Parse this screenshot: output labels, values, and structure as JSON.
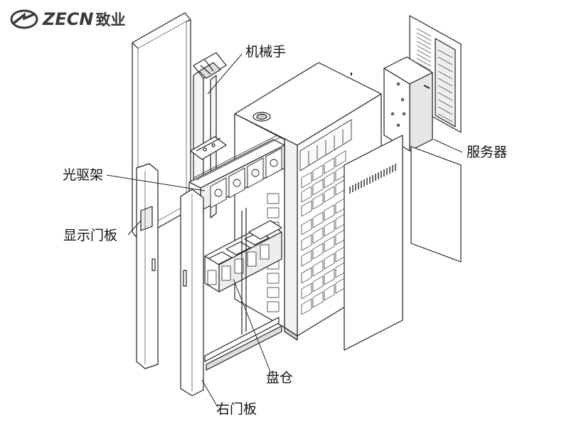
{
  "logo": {
    "brand": "ZECN",
    "cn": "致业"
  },
  "labels": {
    "robot_arm": "机械手",
    "optical_drive_rack": "光驱架",
    "display_door": "显示门板",
    "server": "服务器",
    "disc_magazine": "盘仓",
    "right_door": "右门板"
  },
  "colors": {
    "line": "#222222",
    "fill": "#ffffff",
    "shade": "#e6e6e6",
    "dark": "#555555",
    "logo": "#3a3a3a"
  }
}
